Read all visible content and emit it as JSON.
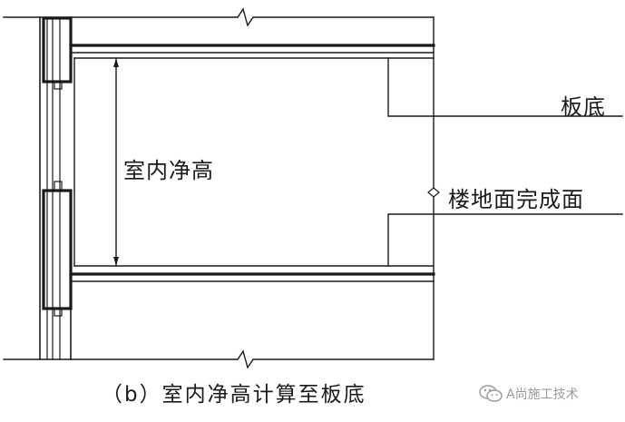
{
  "labels": {
    "clear_height": "室内净高",
    "slab_bottom": "板底",
    "floor_finish": "楼地面完成面",
    "caption": "（b）室内净高计算至板底"
  },
  "watermark": {
    "icon": "wechat-icon",
    "text": "A尚施工技术"
  },
  "colors": {
    "line": "#1a1a1a",
    "background": "#ffffff",
    "watermark": "#9a9a9a"
  }
}
